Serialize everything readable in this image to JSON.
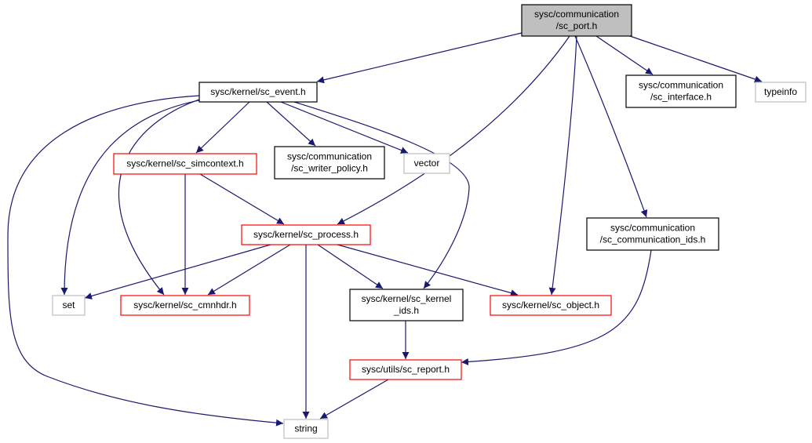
{
  "colors": {
    "edge": "#191970",
    "root_fill": "#bfbfbf",
    "border_black": "#000000",
    "border_red": "#ff0000",
    "border_grey": "#bfbfbf"
  },
  "nodes": [
    {
      "id": "sc_port",
      "lines": [
        "sysc/communication",
        "/sc_port.h"
      ],
      "style": "root"
    },
    {
      "id": "sc_event",
      "lines": [
        "sysc/kernel/sc_event.h"
      ],
      "style": "black"
    },
    {
      "id": "sc_interface",
      "lines": [
        "sysc/communication",
        "/sc_interface.h"
      ],
      "style": "black"
    },
    {
      "id": "typeinfo",
      "lines": [
        "typeinfo"
      ],
      "style": "grey"
    },
    {
      "id": "sc_simcontext",
      "lines": [
        "sysc/kernel/sc_simcontext.h"
      ],
      "style": "red"
    },
    {
      "id": "sc_writer_policy",
      "lines": [
        "sysc/communication",
        "/sc_writer_policy.h"
      ],
      "style": "black"
    },
    {
      "id": "vector",
      "lines": [
        "vector"
      ],
      "style": "grey"
    },
    {
      "id": "sc_process",
      "lines": [
        "sysc/kernel/sc_process.h"
      ],
      "style": "red"
    },
    {
      "id": "sc_communication_ids",
      "lines": [
        "sysc/communication",
        "/sc_communication_ids.h"
      ],
      "style": "black"
    },
    {
      "id": "set",
      "lines": [
        "set"
      ],
      "style": "grey"
    },
    {
      "id": "sc_cmnhdr",
      "lines": [
        "sysc/kernel/sc_cmnhdr.h"
      ],
      "style": "red"
    },
    {
      "id": "sc_kernel_ids",
      "lines": [
        "sysc/kernel/sc_kernel",
        "_ids.h"
      ],
      "style": "black"
    },
    {
      "id": "sc_object",
      "lines": [
        "sysc/kernel/sc_object.h"
      ],
      "style": "red"
    },
    {
      "id": "sc_report",
      "lines": [
        "sysc/utils/sc_report.h"
      ],
      "style": "red"
    },
    {
      "id": "string",
      "lines": [
        "string"
      ],
      "style": "grey"
    }
  ],
  "edges": [
    [
      "sc_port",
      "sc_event"
    ],
    [
      "sc_port",
      "sc_interface"
    ],
    [
      "sc_port",
      "typeinfo"
    ],
    [
      "sc_port",
      "sc_process"
    ],
    [
      "sc_port",
      "sc_communication_ids"
    ],
    [
      "sc_port",
      "sc_object"
    ],
    [
      "sc_event",
      "sc_simcontext"
    ],
    [
      "sc_event",
      "sc_writer_policy"
    ],
    [
      "sc_event",
      "vector"
    ],
    [
      "sc_event",
      "set"
    ],
    [
      "sc_event",
      "sc_cmnhdr"
    ],
    [
      "sc_event",
      "sc_kernel_ids"
    ],
    [
      "sc_event",
      "string"
    ],
    [
      "sc_simcontext",
      "sc_process"
    ],
    [
      "sc_simcontext",
      "sc_cmnhdr"
    ],
    [
      "sc_process",
      "set"
    ],
    [
      "sc_process",
      "sc_cmnhdr"
    ],
    [
      "sc_process",
      "sc_kernel_ids"
    ],
    [
      "sc_process",
      "sc_object"
    ],
    [
      "sc_process",
      "string"
    ],
    [
      "sc_communication_ids",
      "sc_report"
    ],
    [
      "sc_kernel_ids",
      "sc_report"
    ],
    [
      "sc_report",
      "string"
    ]
  ]
}
